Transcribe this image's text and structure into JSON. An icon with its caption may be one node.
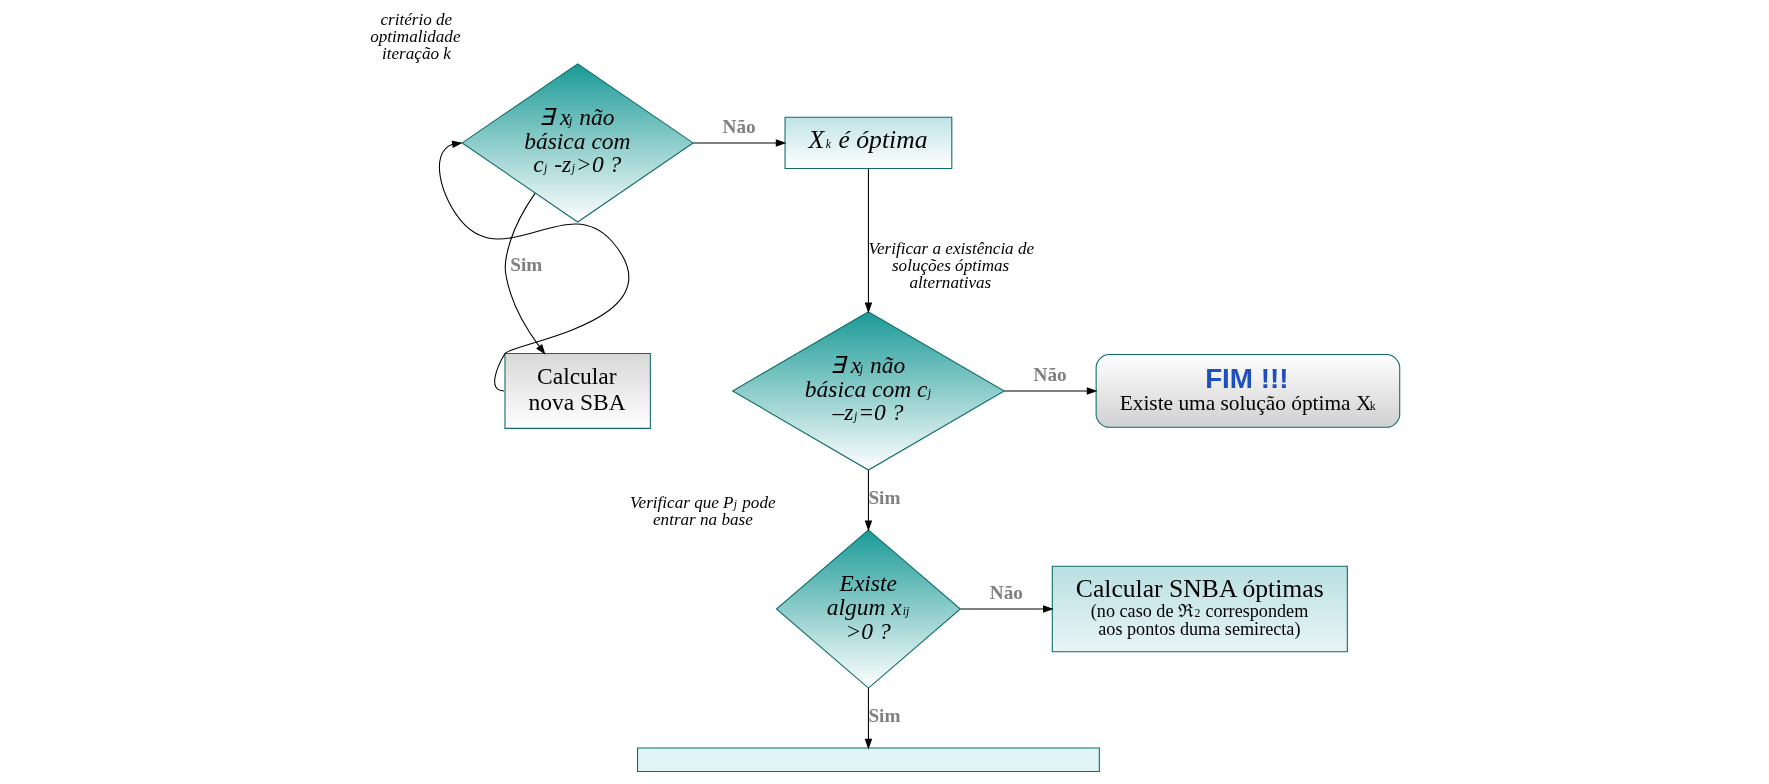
{
  "diagram": {
    "nodes": [
      {
        "text": [
          "∃ x$_{j}$ não básica com c$_{j}$ -z$_{j}$>0 ?"
        ],
        "beside": [
          "critério de optimalidade",
          "iteração k"
        ]
      },
      {
        "text": [
          "X$^{k}$ é óptima"
        ]
      },
      {
        "text": [
          "∃ x$_{j}$ não básica com c$_{j}$ –z$_{j}$=0 ?"
        ]
      },
      {
        "text": [
          "FIM !!!",
          "Existe uma solução óptima X$^{k}$"
        ]
      },
      {
        "text": [
          "Existe algum x$_{ij}$ >0 ?"
        ],
        "beside": [
          "Verificar que P$_{j}$ pode entrar na base"
        ]
      },
      {
        "text": [
          "Calcular SNBA óptimas",
          "(no caso de ℜ$^{2}$ correspondem aos pontos duma semirecta)"
        ]
      },
      {
        "text": [
          "Calcular nova SBA"
        ]
      },
      {
        "text": [],
        "shape": "box"
      }
    ],
    "edges": [
      {
        "from": 0,
        "to": 1,
        "arrow": "to",
        "label": "Não"
      },
      {
        "from": 0,
        "to": 6,
        "arrow": "to",
        "label": "Sim"
      },
      {
        "from": 6,
        "to": 0,
        "arrow": "to"
      },
      {
        "from": 1,
        "to": 2,
        "arrow": "to",
        "label": "Verificar a existência de soluções óptimas alternativas"
      },
      {
        "from": 2,
        "to": 3,
        "arrow": "to",
        "label": "Não"
      },
      {
        "from": 2,
        "to": 4,
        "arrow": "to",
        "label": "Sim"
      },
      {
        "from": 4,
        "to": 5,
        "arrow": "to",
        "label": "Não"
      },
      {
        "from": 4,
        "to": 7,
        "arrow": "to",
        "label": "Sim"
      }
    ]
  }
}
